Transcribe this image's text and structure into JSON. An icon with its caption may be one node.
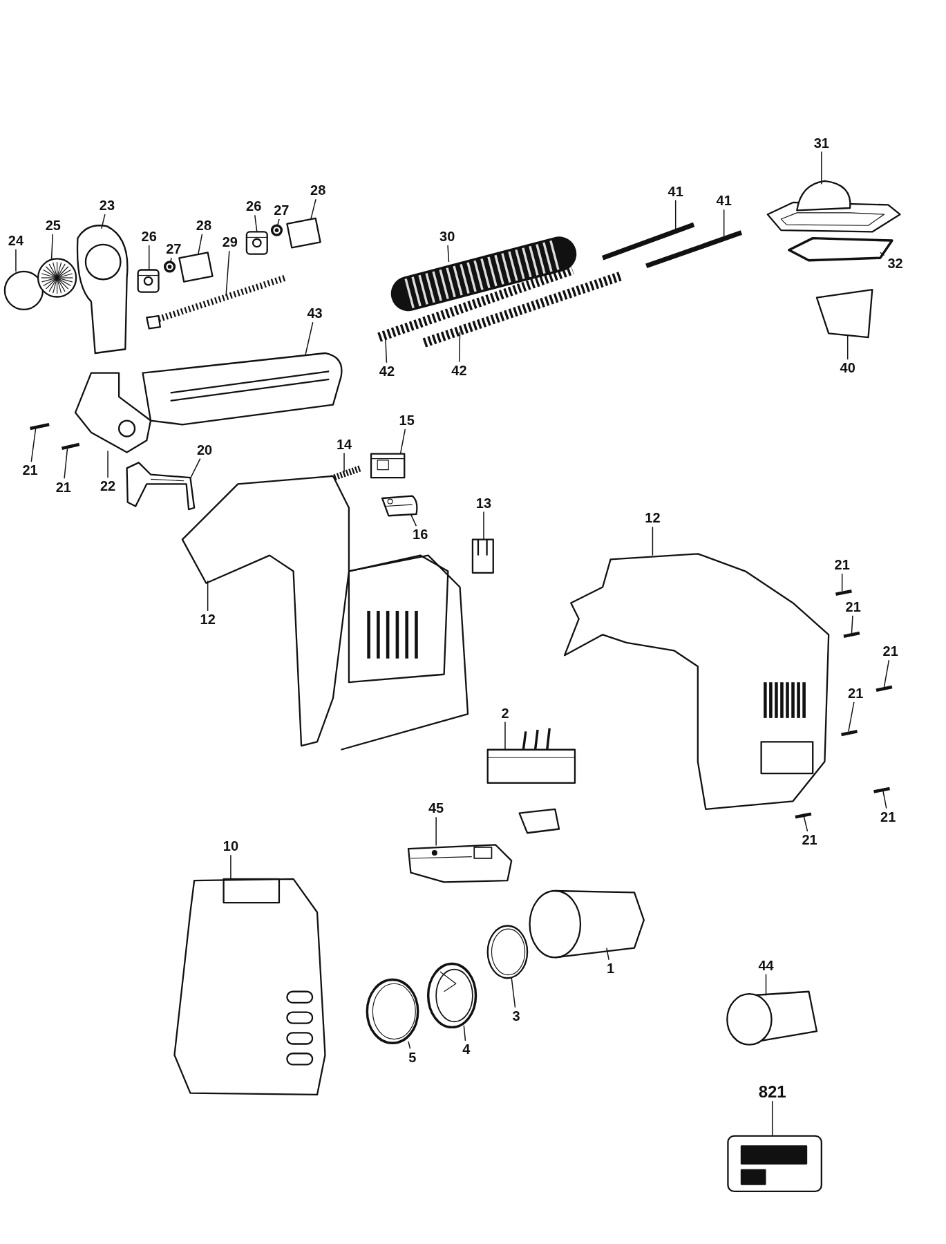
{
  "diagram": {
    "nodes": [
      {
        "text": [
          "31"
        ]
      },
      {
        "text": [
          "28"
        ]
      },
      {
        "text": [
          "41"
        ]
      },
      {
        "text": [
          "41"
        ]
      },
      {
        "text": [
          "23"
        ]
      },
      {
        "text": [
          "26"
        ]
      },
      {
        "text": [
          "27"
        ]
      },
      {
        "text": [
          "25"
        ]
      },
      {
        "text": [
          "28"
        ]
      },
      {
        "text": [
          "30"
        ]
      },
      {
        "text": [
          "26"
        ]
      },
      {
        "text": [
          "24"
        ]
      },
      {
        "text": [
          "29"
        ]
      },
      {
        "text": [
          "27"
        ]
      },
      {
        "text": [
          "32"
        ]
      },
      {
        "text": [
          "43"
        ]
      },
      {
        "text": [
          "40"
        ]
      },
      {
        "text": [
          "42"
        ]
      },
      {
        "text": [
          "42"
        ]
      },
      {
        "text": [
          "15"
        ]
      },
      {
        "text": [
          "14"
        ]
      },
      {
        "text": [
          "20"
        ]
      },
      {
        "text": [
          "21"
        ]
      },
      {
        "text": [
          "22"
        ]
      },
      {
        "text": [
          "21"
        ]
      },
      {
        "text": [
          "13"
        ]
      },
      {
        "text": [
          "12"
        ]
      },
      {
        "text": [
          "16"
        ]
      },
      {
        "text": [
          "21"
        ]
      },
      {
        "text": [
          "21"
        ]
      },
      {
        "text": [
          "12"
        ]
      },
      {
        "text": [
          "21"
        ]
      },
      {
        "text": [
          "21"
        ]
      },
      {
        "text": [
          "2"
        ]
      },
      {
        "text": [
          "45"
        ]
      },
      {
        "text": [
          "21"
        ]
      },
      {
        "text": [
          "21"
        ]
      },
      {
        "text": [
          "10"
        ]
      },
      {
        "text": [
          "44"
        ]
      },
      {
        "text": [
          "1"
        ]
      },
      {
        "text": [
          "3"
        ]
      },
      {
        "text": [
          "4"
        ]
      },
      {
        "text": [
          "5"
        ]
      },
      {
        "text": [
          "821"
        ]
      },
      {
        "text": [],
        "shape": "picture"
      },
      {
        "text": [],
        "shape": "picture"
      },
      {
        "text": [],
        "shape": "picture"
      },
      {
        "text": [],
        "shape": "picture"
      },
      {
        "text": [],
        "shape": "picture"
      },
      {
        "text": [],
        "shape": "picture"
      },
      {
        "text": [],
        "shape": "picture"
      },
      {
        "text": [],
        "shape": "picture"
      },
      {
        "text": [],
        "shape": "picture"
      },
      {
        "text": [],
        "shape": "picture"
      },
      {
        "text": [],
        "shape": "picture"
      },
      {
        "text": [],
        "shape": "picture"
      },
      {
        "text": [],
        "shape": "picture"
      },
      {
        "text": [],
        "shape": "picture"
      },
      {
        "text": [],
        "shape": "picture"
      },
      {
        "text": [],
        "shape": "picture"
      },
      {
        "text": [],
        "shape": "picture"
      },
      {
        "text": [],
        "shape": "picture"
      },
      {
        "text": [],
        "shape": "picture"
      },
      {
        "text": [],
        "shape": "picture"
      },
      {
        "text": [],
        "shape": "picture"
      },
      {
        "text": [],
        "shape": "picture"
      },
      {
        "text": [],
        "shape": "picture"
      },
      {
        "text": [],
        "shape": "picture"
      },
      {
        "text": [],
        "shape": "picture"
      },
      {
        "text": [],
        "shape": "picture"
      },
      {
        "text": [],
        "shape": "picture"
      },
      {
        "text": [],
        "shape": "picture"
      },
      {
        "text": [],
        "shape": "picture"
      },
      {
        "text": [],
        "shape": "picture"
      },
      {
        "text": [],
        "shape": "picture"
      },
      {
        "text": [],
        "shape": "picture"
      },
      {
        "text": [],
        "shape": "picture"
      },
      {
        "text": [],
        "shape": "picture"
      },
      {
        "text": [],
        "shape": "picture"
      },
      {
        "text": [],
        "shape": "picture"
      },
      {
        "text": [],
        "shape": "picture"
      },
      {
        "text": [],
        "shape": "picture"
      },
      {
        "text": [],
        "shape": "picture"
      },
      {
        "text": [],
        "shape": "picture"
      },
      {
        "text": [],
        "shape": "picture"
      },
      {
        "text": [],
        "shape": "picture"
      },
      {
        "text": [],
        "shape": "picture"
      },
      {
        "text": [],
        "shape": "picture"
      }
    ],
    "edges": [
      {
        "from": 0,
        "to": 44,
        "arrow": "none"
      },
      {
        "from": 1,
        "to": 45,
        "arrow": "none"
      },
      {
        "from": 2,
        "to": 46,
        "arrow": "none"
      },
      {
        "from": 3,
        "to": 47,
        "arrow": "none"
      },
      {
        "from": 4,
        "to": 48,
        "arrow": "none"
      },
      {
        "from": 5,
        "to": 49,
        "arrow": "none"
      },
      {
        "from": 6,
        "to": 50,
        "arrow": "none"
      },
      {
        "from": 7,
        "to": 51,
        "arrow": "none"
      },
      {
        "from": 8,
        "to": 52,
        "arrow": "none"
      },
      {
        "from": 9,
        "to": 53,
        "arrow": "none"
      },
      {
        "from": 10,
        "to": 54,
        "arrow": "none"
      },
      {
        "from": 11,
        "to": 55,
        "arrow": "none"
      },
      {
        "from": 12,
        "to": 56,
        "arrow": "none"
      },
      {
        "from": 13,
        "to": 57,
        "arrow": "none"
      },
      {
        "from": 14,
        "to": 58,
        "arrow": "none"
      },
      {
        "from": 15,
        "to": 59,
        "arrow": "none"
      },
      {
        "from": 16,
        "to": 60,
        "arrow": "none"
      },
      {
        "from": 17,
        "to": 61,
        "arrow": "none"
      },
      {
        "from": 18,
        "to": 62,
        "arrow": "none"
      },
      {
        "from": 19,
        "to": 63,
        "arrow": "none"
      },
      {
        "from": 20,
        "to": 64,
        "arrow": "none"
      },
      {
        "from": 21,
        "to": 65,
        "arrow": "none"
      },
      {
        "from": 22,
        "to": 66,
        "arrow": "none"
      },
      {
        "from": 23,
        "to": 67,
        "arrow": "none"
      },
      {
        "from": 24,
        "to": 68,
        "arrow": "none"
      },
      {
        "from": 25,
        "to": 69,
        "arrow": "none"
      },
      {
        "from": 26,
        "to": 70,
        "arrow": "none"
      },
      {
        "from": 27,
        "to": 71,
        "arrow": "none"
      },
      {
        "from": 28,
        "to": 72,
        "arrow": "none"
      },
      {
        "from": 29,
        "to": 73,
        "arrow": "none"
      },
      {
        "from": 30,
        "to": 74,
        "arrow": "none"
      },
      {
        "from": 31,
        "to": 75,
        "arrow": "none"
      },
      {
        "from": 32,
        "to": 76,
        "arrow": "none"
      },
      {
        "from": 33,
        "to": 77,
        "arrow": "none"
      },
      {
        "from": 34,
        "to": 78,
        "arrow": "none"
      },
      {
        "from": 35,
        "to": 79,
        "arrow": "none"
      },
      {
        "from": 36,
        "to": 80,
        "arrow": "none"
      },
      {
        "from": 37,
        "to": 81,
        "arrow": "none"
      },
      {
        "from": 38,
        "to": 82,
        "arrow": "none"
      },
      {
        "from": 39,
        "to": 83,
        "arrow": "none"
      },
      {
        "from": 40,
        "to": 84,
        "arrow": "none"
      },
      {
        "from": 41,
        "to": 85,
        "arrow": "none"
      },
      {
        "from": 42,
        "to": 86,
        "arrow": "none"
      },
      {
        "from": 43,
        "to": 87,
        "arrow": "none"
      }
    ]
  }
}
